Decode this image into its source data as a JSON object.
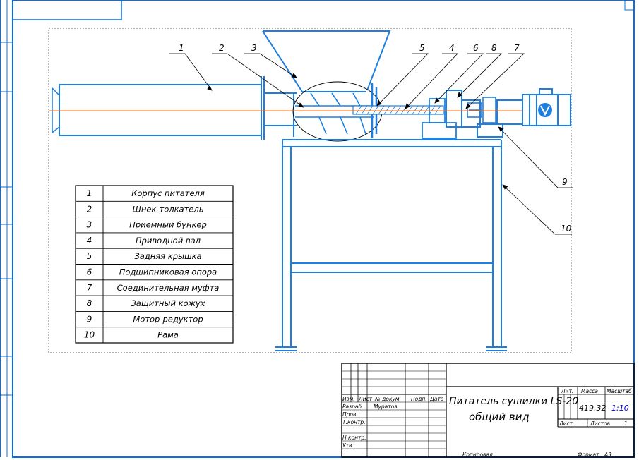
{
  "parts": [
    {
      "num": "1",
      "name": "Корпус питателя"
    },
    {
      "num": "2",
      "name": "Шнек-толкатель"
    },
    {
      "num": "3",
      "name": "Приемный бункер"
    },
    {
      "num": "4",
      "name": "Приводной вал"
    },
    {
      "num": "5",
      "name": "Задняя крышка"
    },
    {
      "num": "6",
      "name": "Подшипниковая опора"
    },
    {
      "num": "7",
      "name": "Соединительная муфта"
    },
    {
      "num": "8",
      "name": "Защитный кожух"
    },
    {
      "num": "9",
      "name": "Мотор-редуктор"
    },
    {
      "num": "10",
      "name": "Рама"
    }
  ],
  "leaders": [
    "1",
    "2",
    "3",
    "5",
    "4",
    "6",
    "8",
    "7",
    "9",
    "10"
  ],
  "title_block": {
    "title_line1": "Питатель сушилки LS-20",
    "title_line2": "общий вид",
    "col_izm": "Изм.",
    "col_list": "Лист",
    "col_doc": "№ докум.",
    "col_sign": "Подп.",
    "col_date": "Дата",
    "razrab": "Разраб.",
    "razrab_name": "Муратов",
    "prov": "Пров.",
    "tkontr": "Т.контр.",
    "nkontr": "Н.контр.",
    "utv": "Утв.",
    "lit": "Лит.",
    "massa": "Масса",
    "masshtab": "Масштаб",
    "mass_value": "419,32",
    "scale_value": "1:10",
    "sheet": "Лист",
    "sheets": "Листов",
    "sheets_value": "1",
    "copied": "Копировал",
    "format": "Формат",
    "format_value": "А3"
  }
}
